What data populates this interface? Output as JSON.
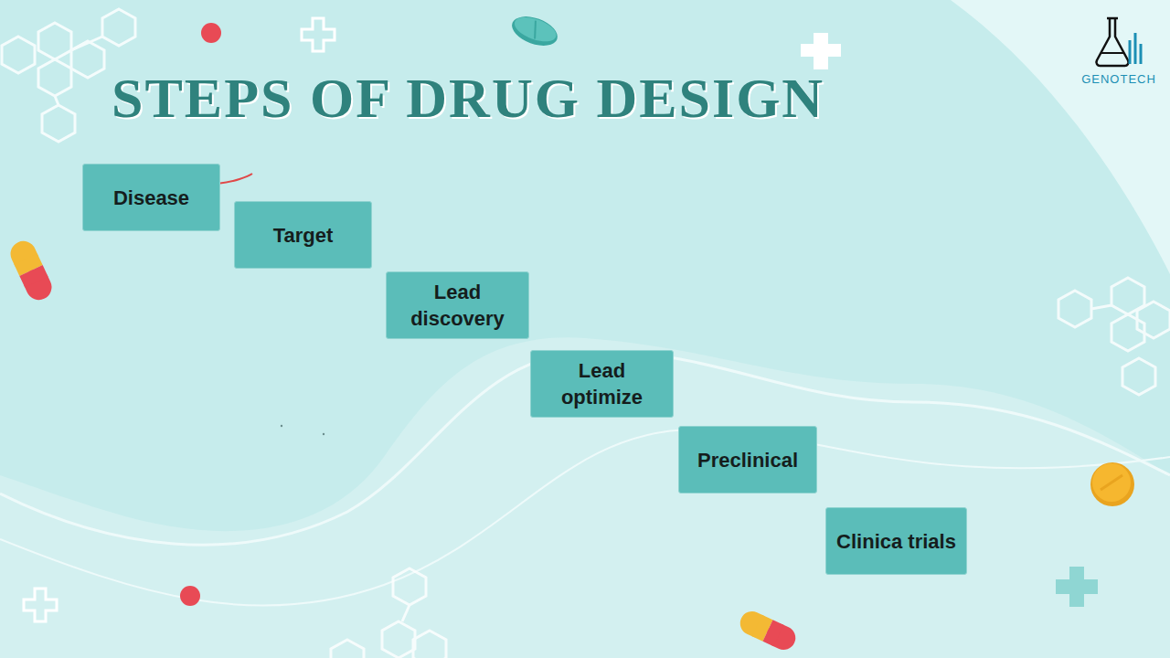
{
  "diagram": {
    "title": "STEPS OF DRUG DESIGN",
    "nodes": [
      {
        "text": [
          "Disease"
        ]
      },
      {
        "text": [
          "Target"
        ]
      },
      {
        "text": [
          "Lead discovery"
        ]
      },
      {
        "text": [
          "Lead optimize"
        ]
      },
      {
        "text": [
          "Preclinical"
        ]
      },
      {
        "text": [
          "Clinica trials"
        ]
      }
    ],
    "labels": [
      "GENOTECH"
    ]
  }
}
